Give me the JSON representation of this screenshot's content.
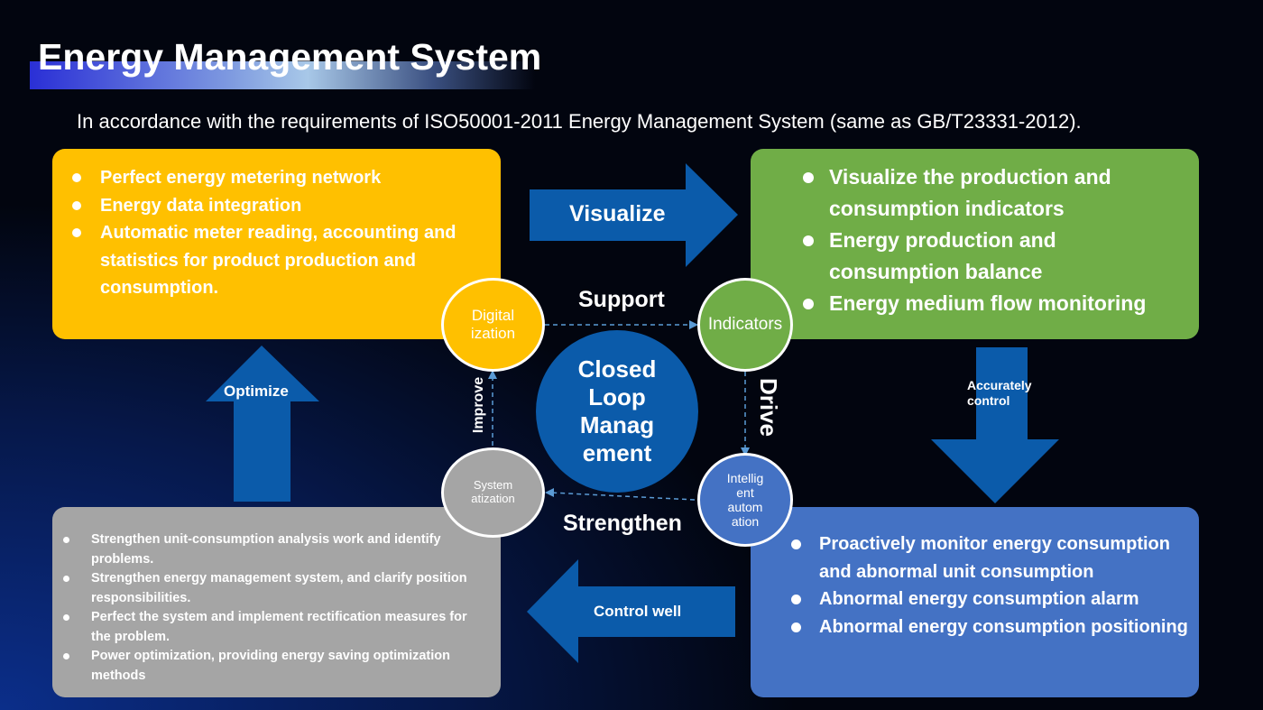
{
  "title": "Energy Management System",
  "subtitle": "In accordance with the requirements of ISO50001-2011 Energy Management System (same as GB/T23331-2012).",
  "boxes": {
    "yellow": [
      "Perfect energy metering network",
      "Energy data integration",
      "Automatic meter reading, accounting and statistics for product production and consumption."
    ],
    "green": [
      "Visualize the production and consumption indicators",
      "Energy production and consumption balance",
      "Energy medium flow monitoring"
    ],
    "blue": [
      "Proactively monitor energy consumption and abnormal unit consumption",
      "Abnormal energy consumption alarm",
      "Abnormal energy consumption positioning"
    ],
    "gray": [
      "Strengthen unit-consumption analysis work and identify problems.",
      "Strengthen energy management system, and clarify position responsibilities.",
      "Perfect the system and implement rectification measures for the problem.",
      "Power optimization, providing energy saving optimization methods"
    ]
  },
  "arrows": {
    "visualize": "Visualize",
    "accurately_control": "Accurately control",
    "control_well": "Control well",
    "optimize": "Optimize"
  },
  "loop": {
    "center": "Closed Loop Manag ement",
    "digitalization": "Digital ization",
    "indicators": "Indicators",
    "systematization": "System atization",
    "intelligent": "Intellig ent autom ation",
    "support": "Support",
    "drive": "Drive",
    "strengthen": "Strengthen",
    "improve": "Improve"
  },
  "colors": {
    "yellow": "#FFC000",
    "green": "#70AD47",
    "blue": "#4472C4",
    "gray": "#A5A5A5",
    "arrow": "#0B5BAA"
  }
}
